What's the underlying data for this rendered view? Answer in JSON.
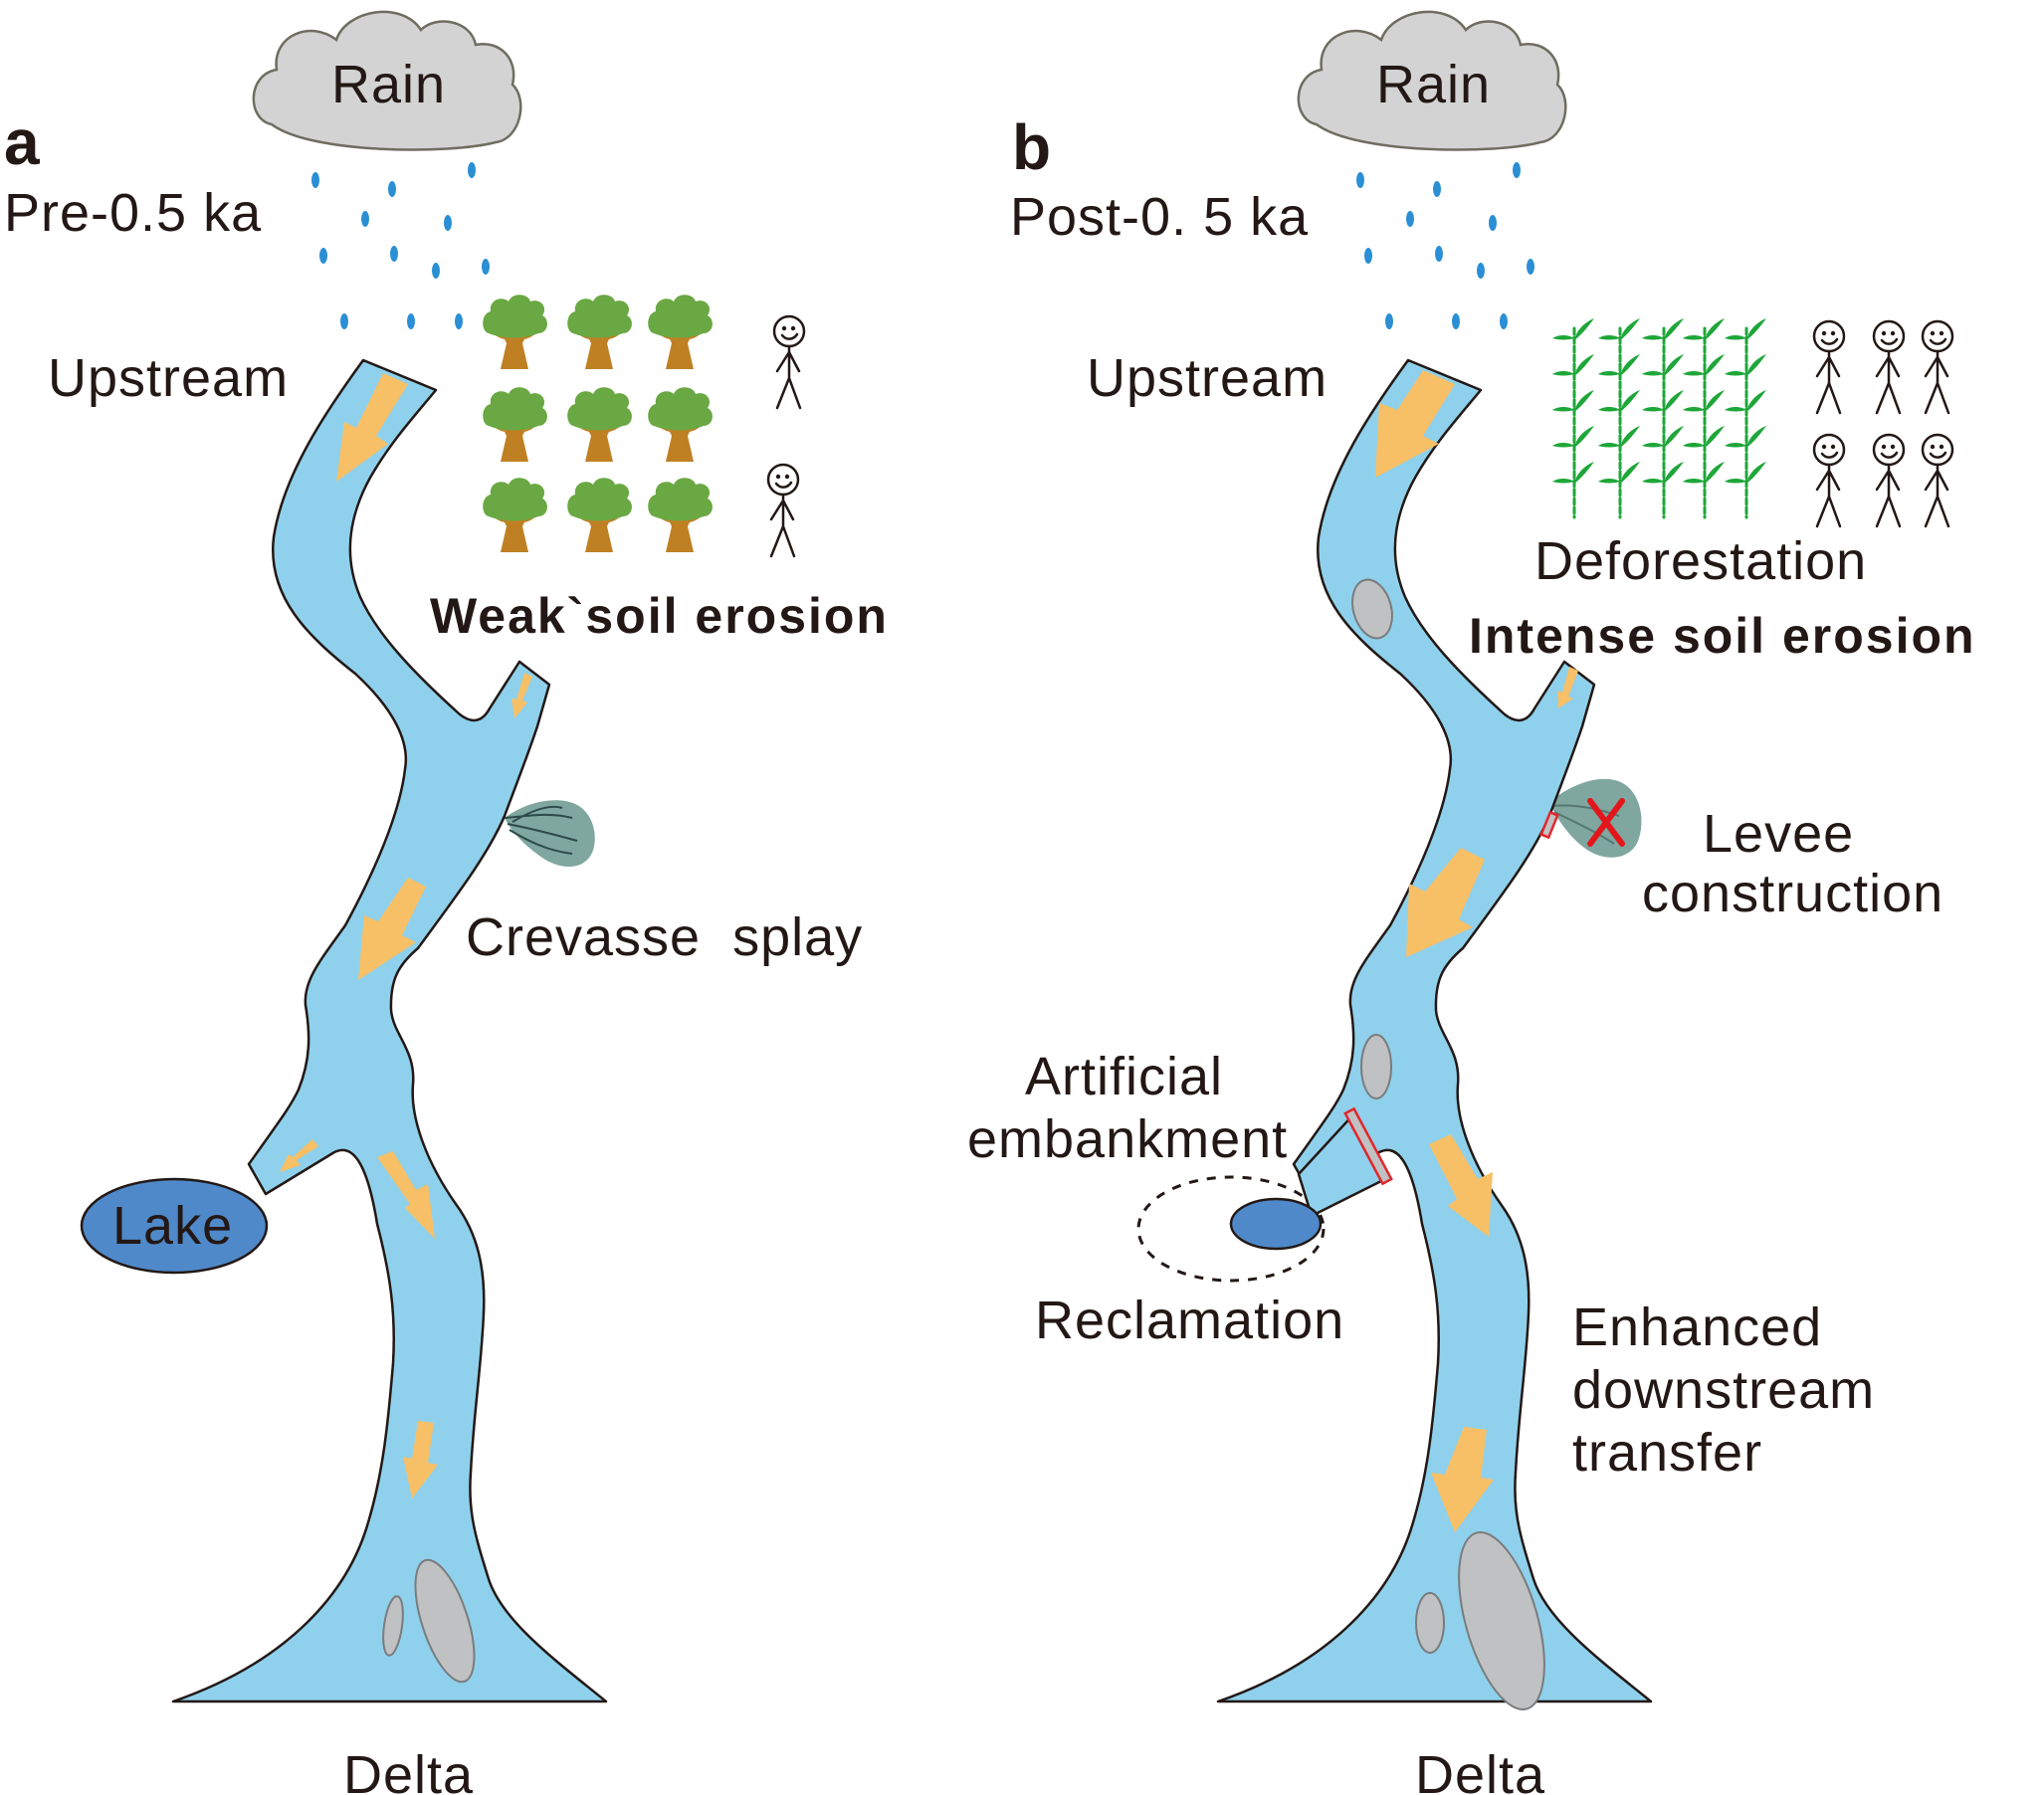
{
  "figure": {
    "panels": [
      {
        "id": "a",
        "panel_label": "a",
        "period": "Pre-0.5 ka",
        "cloud_label": "Rain",
        "upstream_label": "Upstream",
        "erosion_label": "Weak`soil erosion",
        "feature_labels": {
          "crevasse": "Crevasse  splay",
          "lake": "Lake",
          "delta": "Delta"
        },
        "vegetation": {
          "type": "trees",
          "rows": 3,
          "cols": 3
        },
        "people_count": 2
      },
      {
        "id": "b",
        "panel_label": "b",
        "period": "Post-0. 5 ka",
        "cloud_label": "Rain",
        "upstream_label": "Upstream",
        "land_use_label": "Deforestation",
        "erosion_label": "Intense soil erosion",
        "feature_labels": {
          "levee_line1": "Levee",
          "levee_line2": "construction",
          "embankment_line1": "Artificial",
          "embankment_line2": "embankment",
          "reclamation": "Reclamation",
          "transfer_line1": "Enhanced",
          "transfer_line2": "downstream",
          "transfer_line3": "transfer",
          "delta": "Delta"
        },
        "vegetation": {
          "type": "seedlings",
          "rows": 5,
          "cols": 5
        },
        "people_count": 6
      }
    ],
    "colors": {
      "river": "#8fd1ec",
      "flow_arrow": "#f7bf66",
      "lake": "#4f89c9",
      "sand_bar": "#c0c1c3",
      "crevasse_splay": "#7fa69f",
      "rain_drop": "#2a8fd4",
      "cloud": "#d3d3d4",
      "tree_canopy": "#6aa843",
      "tree_trunk": "#bf8024",
      "seedling": "#1fa639",
      "levee_marker": "#e3262b"
    }
  }
}
